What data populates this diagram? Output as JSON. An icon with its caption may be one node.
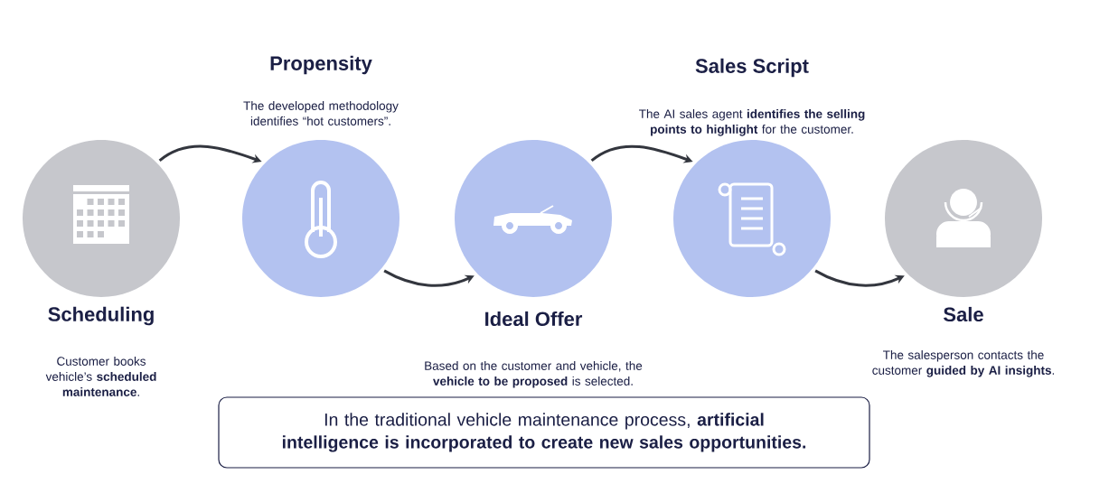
{
  "diagram": {
    "nodes": [
      {
        "text": [
          "Scheduling",
          "Customer books vehicle’s **scheduled maintenance**."
        ]
      },
      {
        "text": [
          "Propensity",
          "The developed methodology identifies “hot customers”."
        ]
      },
      {
        "text": [
          "Ideal Offer",
          "Based on the customer and vehicle, the **vehicle to be proposed** is selected."
        ]
      },
      {
        "text": [
          "Sales Script",
          "The AI sales agent **identifies the selling points to highlight** for the customer."
        ]
      },
      {
        "text": [
          "Sale",
          "The salesperson contacts the customer **guided by AI insights**."
        ]
      },
      {
        "text": [
          "In the traditional vehicle maintenance process, **artificial intelligence is incorporated to create new sales opportunities.**"
        ]
      }
    ],
    "edges": [
      {
        "from": 0,
        "to": 1,
        "arrow": "to"
      },
      {
        "from": 1,
        "to": 2,
        "arrow": "to"
      },
      {
        "from": 2,
        "to": 3,
        "arrow": "to"
      },
      {
        "from": 3,
        "to": 4,
        "arrow": "to"
      }
    ]
  }
}
